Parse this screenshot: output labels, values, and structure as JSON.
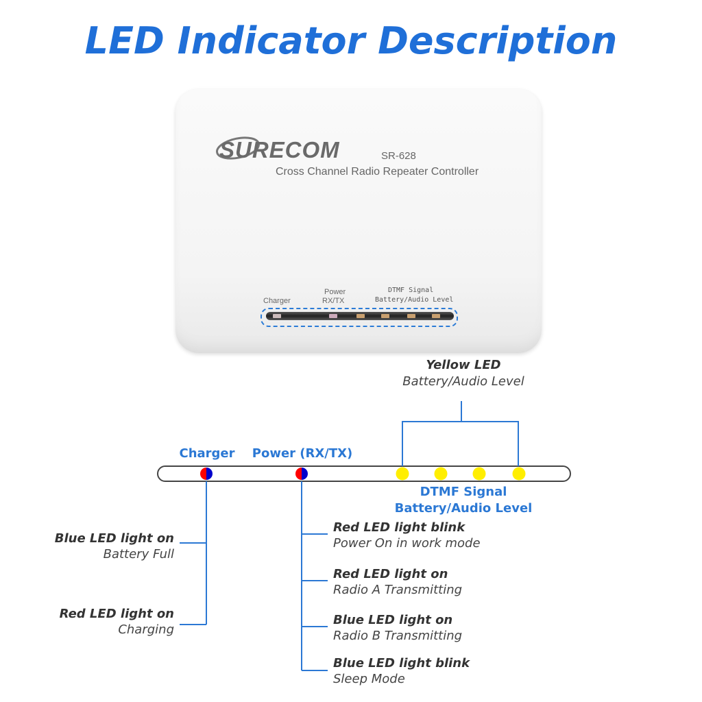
{
  "title": "LED Indicator Description",
  "device": {
    "brand": "SURECOM",
    "model": "SR-628",
    "subtitle": "Cross Channel Radio Repeater Controller",
    "labels": {
      "charger": "Charger",
      "power": "Power",
      "rxtx": "RX/TX",
      "dtmf": "DTMF Signal",
      "battery_audio": "Battery/Audio Level"
    }
  },
  "diagram": {
    "yellow": {
      "title": "Yellow LED",
      "desc": "Battery/Audio Level"
    },
    "charger_label": "Charger",
    "power_label": "Power (RX/TX)",
    "dtmf_label": "DTMF Signal",
    "battery_label": "Battery/Audio Level",
    "charger_states": [
      {
        "title": "Blue LED light on",
        "desc": "Battery Full"
      },
      {
        "title": "Red LED light on",
        "desc": "Charging"
      }
    ],
    "power_states": [
      {
        "title": "Red LED light blink",
        "desc": "Power On in work mode"
      },
      {
        "title": "Red LED light on",
        "desc": "Radio A Transmitting"
      },
      {
        "title": "Blue LED light on",
        "desc": "Radio B Transmitting"
      },
      {
        "title": "Blue LED light blink",
        "desc": "Sleep Mode"
      }
    ]
  },
  "colors": {
    "accent": "#1f6fd8",
    "red": "#ff0000",
    "blue": "#0000cc",
    "yellow": "#ffee00"
  }
}
